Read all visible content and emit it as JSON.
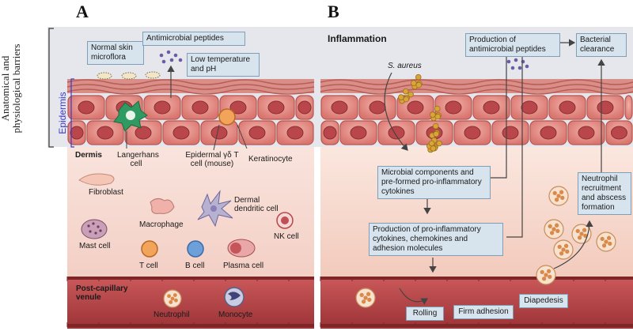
{
  "panels": {
    "a": "A",
    "b": "B"
  },
  "side": {
    "barriers_line1": "Anatomical and",
    "barriers_line2": "physiological barriers",
    "epidermis": "Epidermis"
  },
  "panel_a": {
    "normal_flora": "Normal skin microflora",
    "antimicrobial_peptides": "Antimicrobial peptides",
    "low_temp": "Low temperature and pH",
    "dermis": "Dermis",
    "langerhans": "Langerhans cell",
    "gd_t_cell": "Epidermal γδ T cell (mouse)",
    "keratinocyte": "Keratinocyte",
    "fibroblast": "Fibroblast",
    "macrophage": "Macrophage",
    "dermal_dc": "Dermal dendritic cell",
    "mast_cell": "Mast cell",
    "t_cell": "T cell",
    "b_cell": "B cell",
    "plasma_cell": "Plasma cell",
    "nk_cell": "NK cell",
    "venule": "Post-capillary venule",
    "neutrophil": "Neutrophil",
    "monocyte": "Monocyte"
  },
  "panel_b": {
    "inflammation": "Inflammation",
    "s_aureus": "S. aureus",
    "production_amp": "Production of antimicrobial peptides",
    "bacterial_clearance": "Bacterial clearance",
    "microbial_components": "Microbial components and pre-formed pro-inflammatory cytokines",
    "production_cytokines": "Production of pro-inflammatory cytokines, chemokines and adhesion molecules",
    "neutrophil_recruitment": "Neutrophil recruitment and abscess formation",
    "rolling": "Rolling",
    "firm_adhesion": "Firm adhesion",
    "diapedesis": "Diapedesis"
  },
  "colors": {
    "epidermis_band": "#e3e4ea",
    "dermis": "#f7dad2",
    "venule": "#b8474a",
    "keratinocyte": "#e28b85",
    "nucleus": "#b9464a",
    "box_fill": "#d7e4ee",
    "bacteria": "#d9a53a",
    "peptide": "#6b5ca5"
  }
}
